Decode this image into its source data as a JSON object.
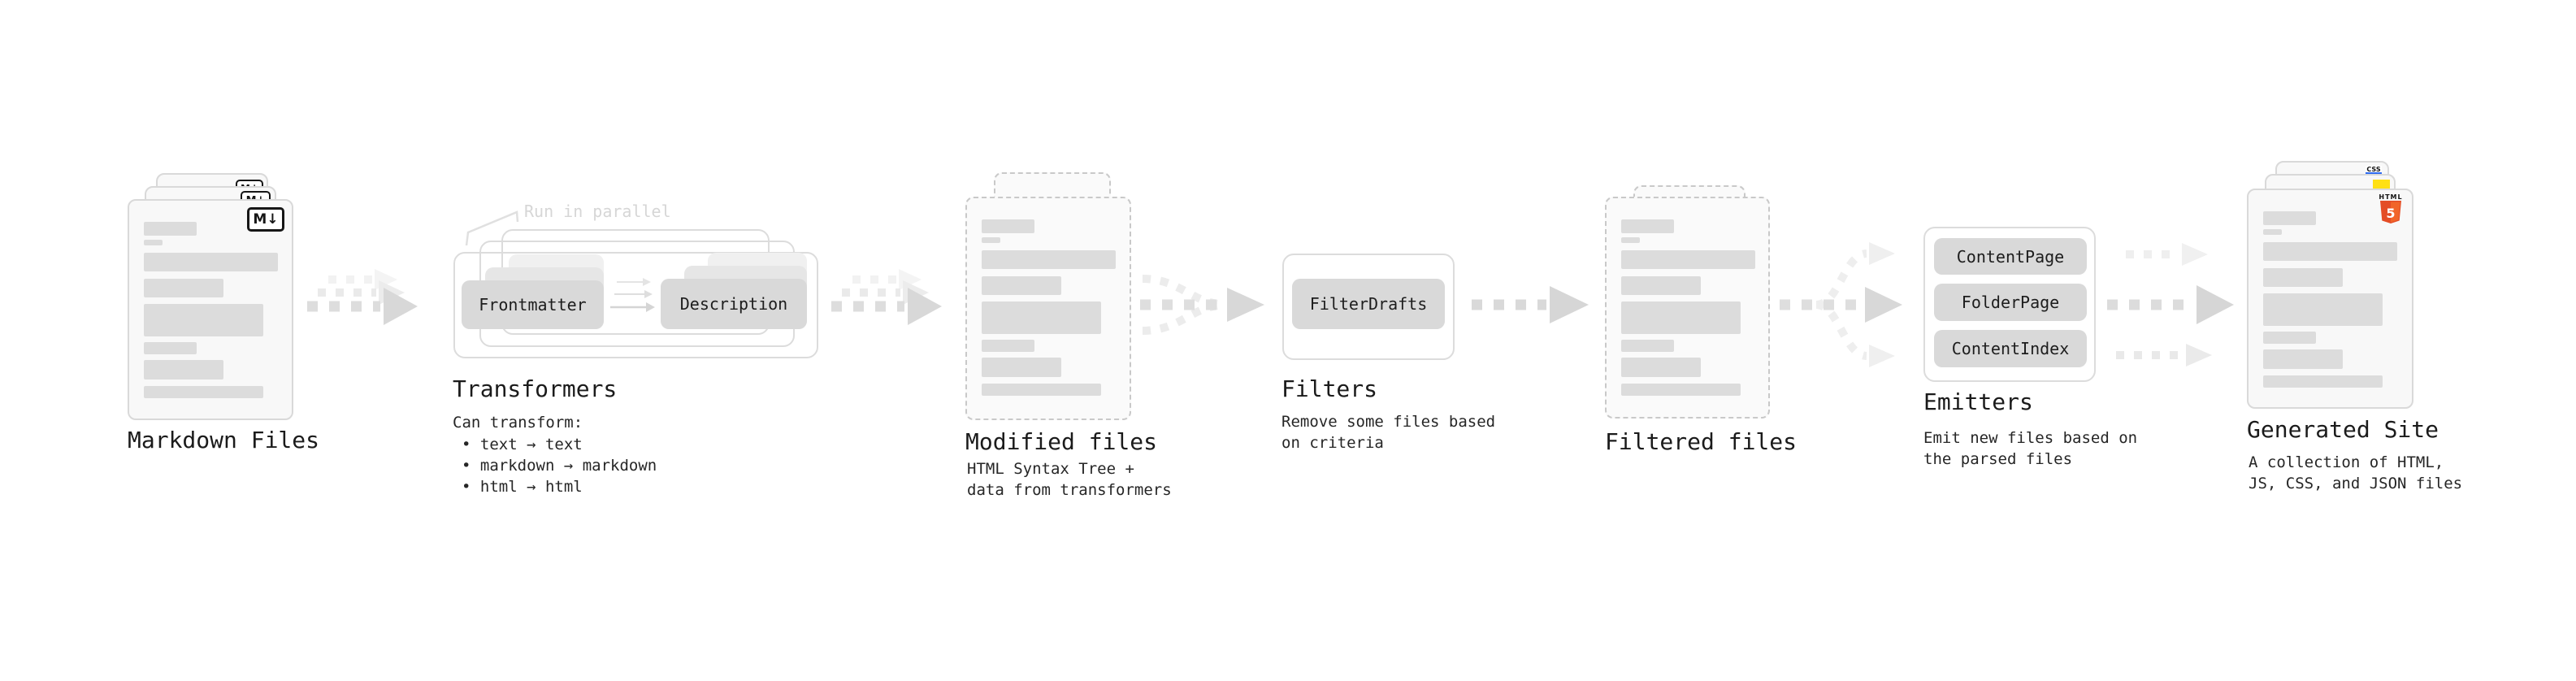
{
  "diagram": {
    "markdown_files": {
      "label": "Markdown Files",
      "badge_icon": "markdown-icon",
      "badge_text": "M↓"
    },
    "transformers": {
      "note": "Run in parallel",
      "heading": "Transformers",
      "button_left": "Frontmatter",
      "button_right": "Description",
      "sub_intro": "Can transform:",
      "bullets": [
        "• text → text",
        "• markdown → markdown",
        "• html → html"
      ]
    },
    "modified_files": {
      "label": "Modified files",
      "sub_line1": "HTML Syntax Tree +",
      "sub_line2": "data from transformers"
    },
    "filters": {
      "heading": "Filters",
      "button": "FilterDrafts",
      "sub_line1": "Remove some files based",
      "sub_line2": "on criteria"
    },
    "filtered_files": {
      "label": "Filtered files"
    },
    "emitters": {
      "heading": "Emitters",
      "buttons": [
        "ContentPage",
        "FolderPage",
        "ContentIndex"
      ],
      "sub_line1": "Emit new files based on",
      "sub_line2": "the parsed files"
    },
    "generated_site": {
      "label": "Generated Site",
      "sub_line1": "A collection of HTML,",
      "sub_line2": "JS, CSS, and JSON files",
      "html5_badge_label": "HTML",
      "html5_badge_number": "5",
      "css_badge_label": "CSS"
    },
    "colors": {
      "html5_orange": "#e44d26",
      "html5_orange_light": "#f16529",
      "js_yellow": "#ffe014",
      "css_blue": "#2e6bf0",
      "arrow_gray": "#d8d8d8",
      "card_border": "#d9d9d9"
    }
  }
}
